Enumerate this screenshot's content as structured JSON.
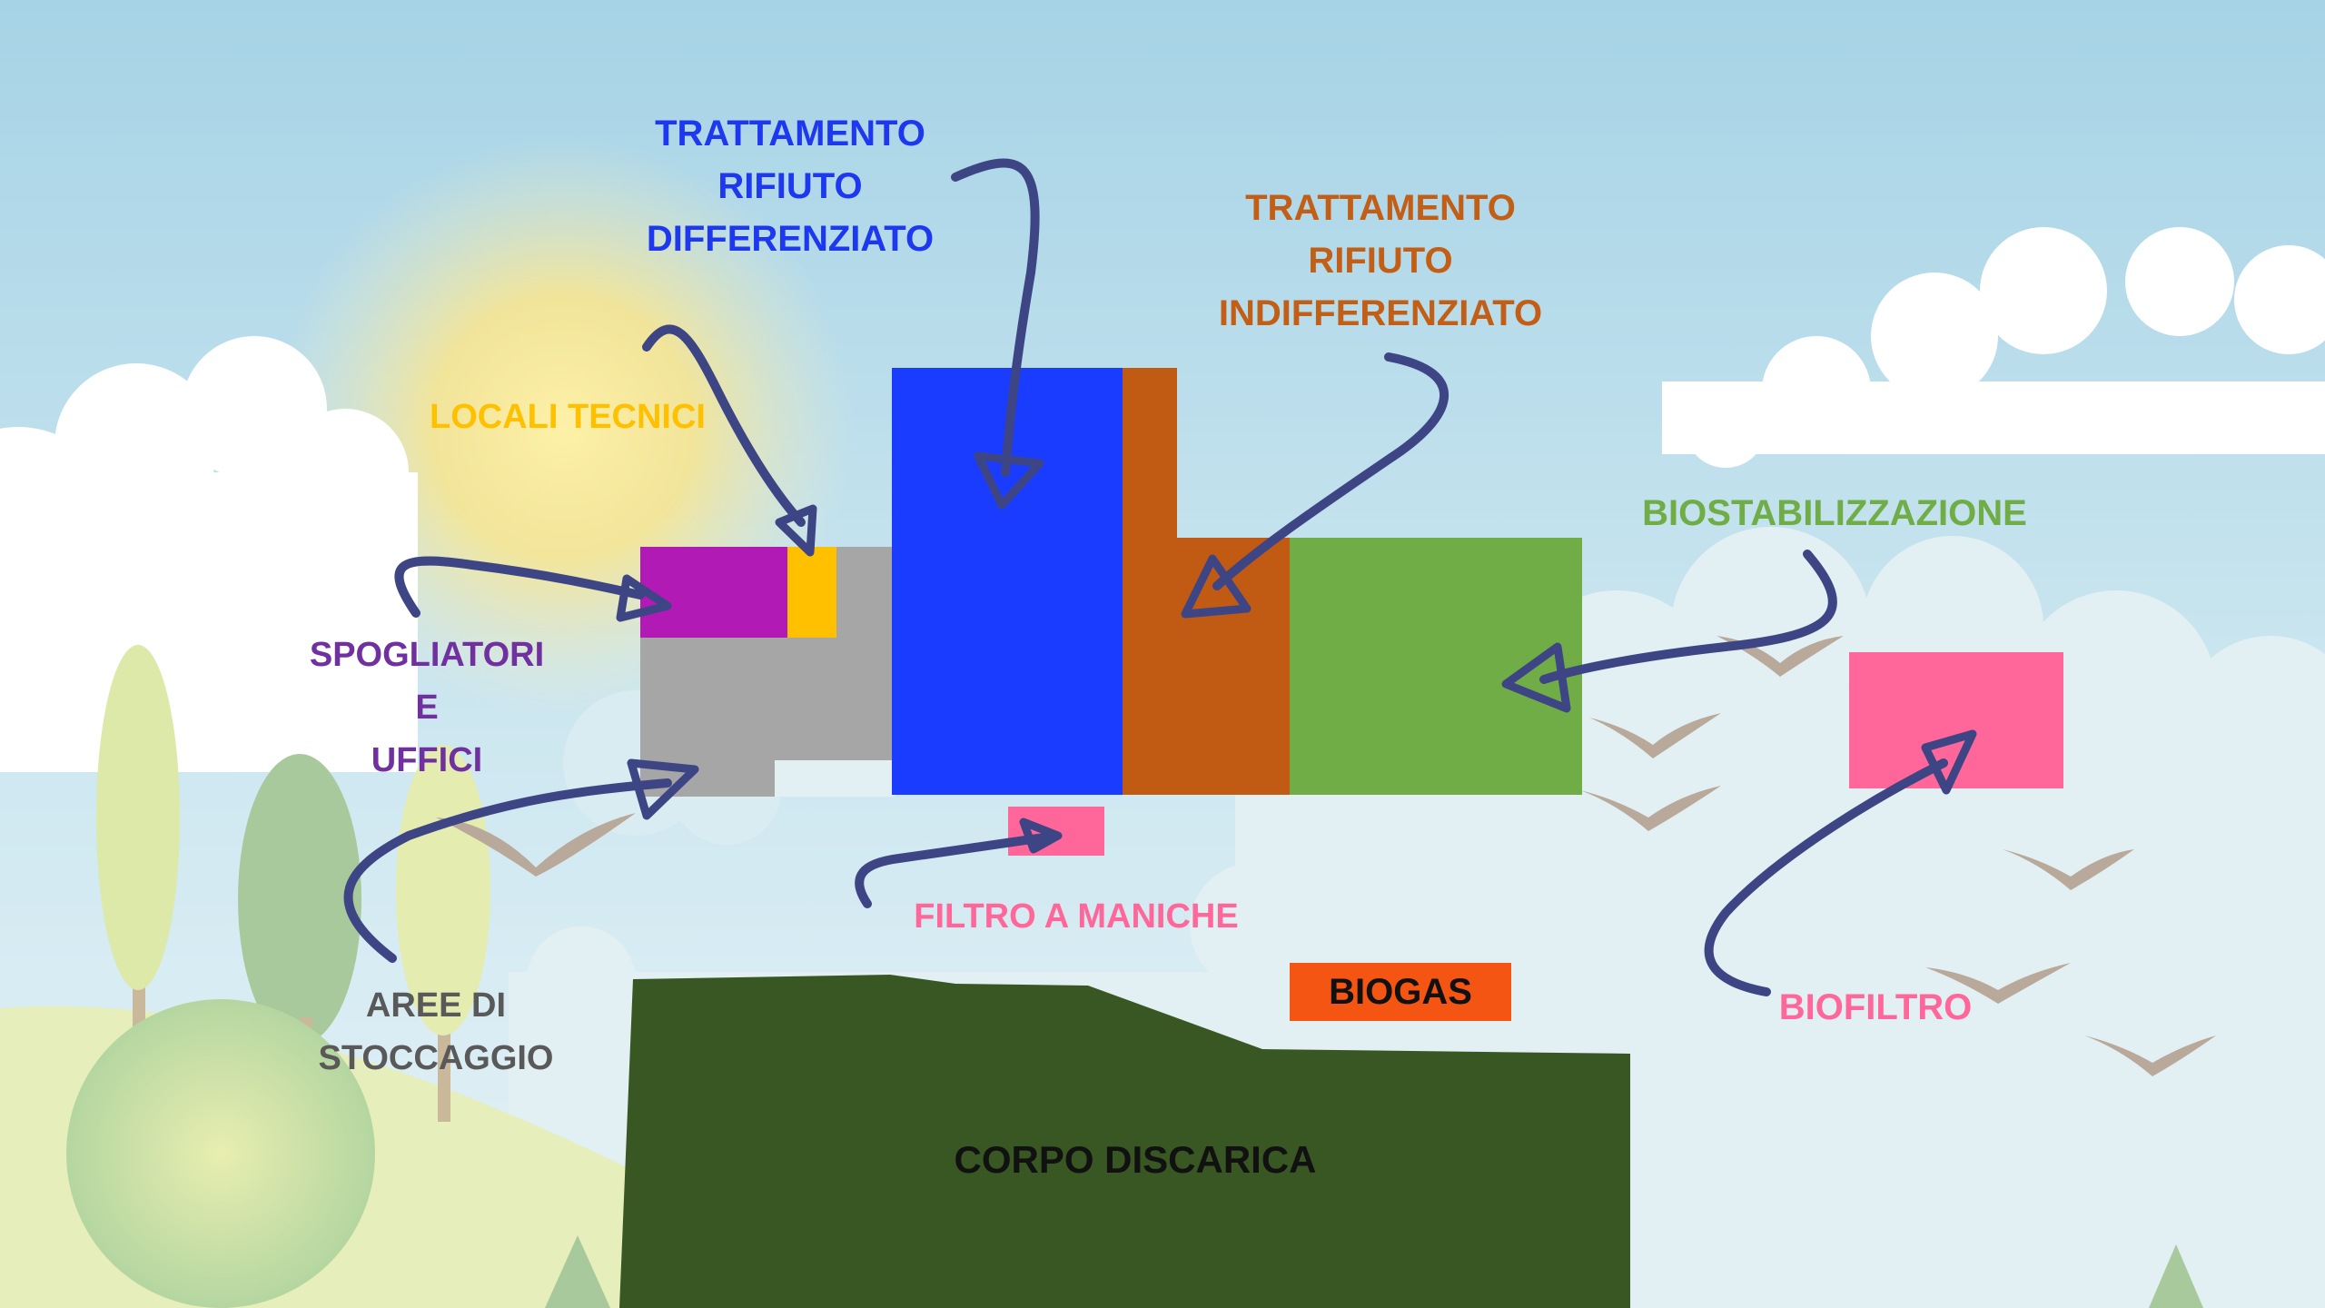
{
  "labels": {
    "trattamento_differenziato": [
      "TRATTAMENTO",
      "RIFIUTO",
      "DIFFERENZIATO"
    ],
    "trattamento_indifferenziato": [
      "TRATTAMENTO",
      "RIFIUTO",
      "INDIFFERENZIATO"
    ],
    "locali_tecnici": "LOCALI TECNICI",
    "spogliatori_uffici": [
      "SPOGLIATORI",
      "E",
      "UFFICI"
    ],
    "aree_stoccaggio": [
      "AREE DI",
      "STOCCAGGIO"
    ],
    "filtro_maniche": "FILTRO A MANICHE",
    "biostabilizzazione": "BIOSTABILIZZAZIONE",
    "biofiltro": "BIOFILTRO",
    "biogas": "BIOGAS",
    "corpo_discarica": "CORPO DISCARICA"
  },
  "colors": {
    "differenziato": "#1a3cff",
    "differenziato_text": "#1d38ee",
    "indifferenziato": "#c15a13",
    "indifferenziato_text": "#c25e15",
    "locali_tecnici": "#ffc000",
    "locali_tecnici_text": "#ffc000",
    "spogliatori_uffici": "#b11ab5",
    "spogliatori_text": "#7030a0",
    "aree_stoccaggio": "#a6a6a6",
    "aree_stoccaggio_text": "#595959",
    "filtro_maniche": "#ff6699",
    "biostabilizzazione": "#70ad47",
    "biofiltro": "#ff6699",
    "biogas": "#f45512",
    "corpo_discarica": "#385723",
    "arrows": "#3e4585"
  }
}
